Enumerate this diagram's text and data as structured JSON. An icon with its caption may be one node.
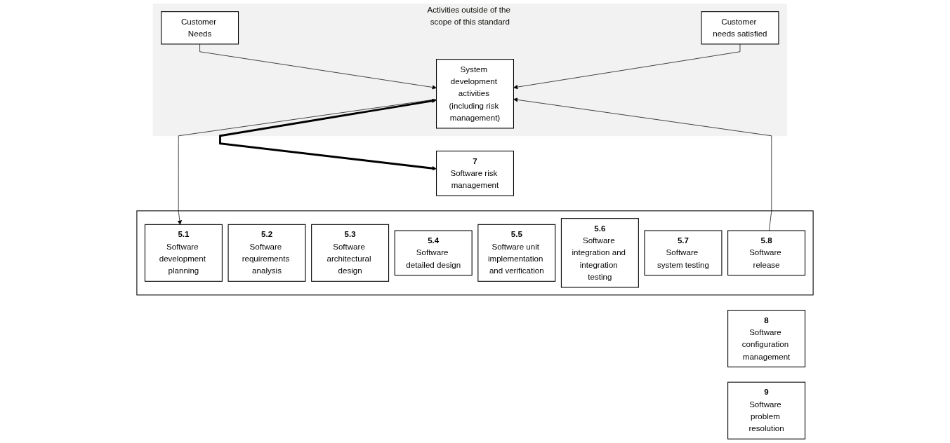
{
  "diagram": {
    "nodes": [
      {
        "text": [
          "Activities outside of the scope of this standard"
        ]
      },
      {
        "text": [
          "Customer Needs"
        ],
        "in": 0
      },
      {
        "text": [
          "Customer needs satisfied"
        ],
        "in": 0
      },
      {
        "text": [
          "System development activities (including risk management)"
        ],
        "in": 0
      },
      {
        "text": [
          "7",
          "Software risk management"
        ]
      },
      {
        "text": [],
        "shape": "box"
      },
      {
        "text": [
          "5.1",
          "Software development planning"
        ],
        "in": 5
      },
      {
        "text": [
          "5.2",
          "Software requirements analysis"
        ],
        "in": 5
      },
      {
        "text": [
          "5.3",
          "Software architectural design"
        ],
        "in": 5
      },
      {
        "text": [
          "5.4",
          "Software detailed design"
        ],
        "in": 5
      },
      {
        "text": [
          "5.5",
          "Software unit implementation and verification"
        ],
        "in": 5
      },
      {
        "text": [
          "5.6",
          "Software integration and integration testing"
        ],
        "in": 5
      },
      {
        "text": [
          "5.7",
          "Software system testing"
        ],
        "in": 5
      },
      {
        "text": [
          "5.8",
          "Software release"
        ],
        "in": 5
      },
      {
        "text": [
          "8",
          "Software configuration management"
        ]
      },
      {
        "text": [
          "9",
          "Software problem resolution"
        ]
      }
    ],
    "edges": [
      {
        "from": 1,
        "to": 3,
        "arrow": "to"
      },
      {
        "from": 2,
        "to": 3,
        "arrow": "to"
      },
      {
        "from": 3,
        "to": 4,
        "arrow": "both",
        "style": "thick"
      },
      {
        "from": 3,
        "to": 6,
        "arrow": "to"
      },
      {
        "from": 13,
        "to": 3,
        "arrow": "to"
      }
    ]
  }
}
